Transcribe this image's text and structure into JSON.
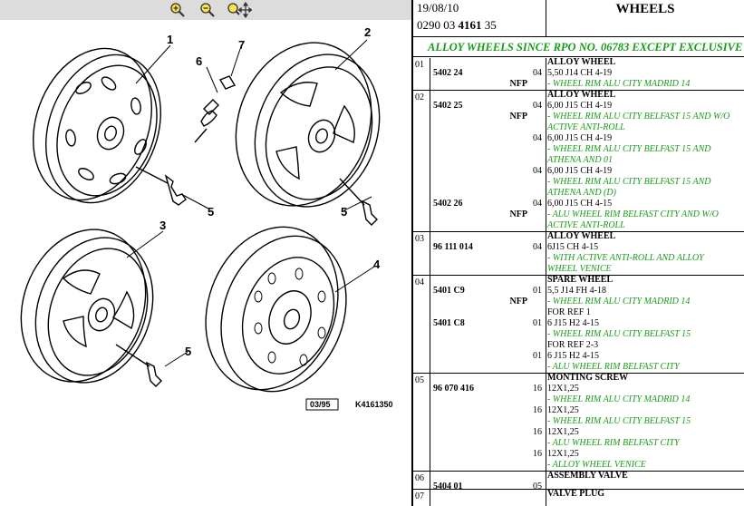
{
  "toolbar": {
    "zoom_in_icon": "zoom-in-icon",
    "zoom_out_icon": "zoom-out-icon",
    "pan_icon": "pan-icon"
  },
  "drawing": {
    "callouts": [
      "1",
      "2",
      "3",
      "4",
      "5",
      "5",
      "5",
      "6",
      "7"
    ],
    "stamp": "03/95",
    "ref": "K4161350"
  },
  "header": {
    "date": "19/08/10",
    "ref_prefix": "0290 03 ",
    "ref_bold": "4161",
    "ref_suffix": " 35",
    "title": "WHEELS"
  },
  "banner": "ALLOY WHEELS SINCE RPO NO. 06783 EXCEPT EXCLUSIVE",
  "rows": [
    {
      "num": "01",
      "title": "ALLOY WHEEL",
      "lines": [
        {
          "part": "5402 24",
          "qty": "04",
          "desc": "5,50 J14 CH 4-19"
        },
        {
          "nfp": "NFP",
          "green": "- WHEEL RIM ALU CITY MADRID 14"
        }
      ]
    },
    {
      "num": "02",
      "title": "ALLOY WHEEL",
      "lines": [
        {
          "part": "5402 25",
          "qty": "04",
          "desc": "6,00 J15 CH 4-19"
        },
        {
          "nfp": "NFP",
          "green": "- WHEEL RIM ALU CITY BELFAST 15 AND W/O"
        },
        {
          "green": "ACTIVE ANTI-ROLL"
        },
        {
          "qty": "04",
          "desc": "6,00 J15 CH 4-19"
        },
        {
          "green": "- WHEEL RIM ALU CITY BELFAST 15 AND"
        },
        {
          "green": "ATHENA AND 01"
        },
        {
          "qty": "04",
          "desc": "6,00 J15 CH 4-19"
        },
        {
          "green": "- WHEEL RIM ALU CITY BELFAST 15 AND"
        },
        {
          "green": "ATHENA AND (D)"
        },
        {
          "part": "5402 26",
          "qty": "04",
          "desc": "6,00 J15 CH 4-15"
        },
        {
          "nfp": "NFP",
          "green": "- ALU WHEEL RIM BELFAST CITY AND W/O"
        },
        {
          "green": "ACTIVE ANTI-ROLL"
        }
      ]
    },
    {
      "num": "03",
      "title": "ALLOY WHEEL",
      "lines": [
        {
          "part": "96 111 014",
          "qty": "04",
          "desc": "6J15 CH 4-15"
        },
        {
          "green": "- WITH ACTIVE ANTI-ROLL AND ALLOY"
        },
        {
          "green": "WHEEL VENICE"
        }
      ]
    },
    {
      "num": "04",
      "title": "SPARE WHEEL",
      "lines": [
        {
          "part": "5401 C9",
          "qty": "01",
          "desc": "5,5 J14 FH 4-18"
        },
        {
          "nfp": "NFP",
          "green": "- WHEEL RIM ALU CITY MADRID 14"
        },
        {
          "desc": "FOR REF 1"
        },
        {
          "part": "5401 C8",
          "qty": "01",
          "desc": "6 J15 H2 4-15"
        },
        {
          "green": "- WHEEL RIM ALU CITY BELFAST 15"
        },
        {
          "desc": "FOR REF 2-3"
        },
        {
          "qty": "01",
          "desc": "6 J15 H2 4-15"
        },
        {
          "green": "- ALU WHEEL RIM BELFAST CITY"
        }
      ]
    },
    {
      "num": "05",
      "title": "MONTING SCREW",
      "lines": [
        {
          "part": "96 070 416",
          "qty": "16",
          "desc": "12X1,25"
        },
        {
          "green": "- WHEEL RIM ALU CITY MADRID 14"
        },
        {
          "qty": "16",
          "desc": "12X1,25"
        },
        {
          "green": "- WHEEL RIM ALU CITY BELFAST 15"
        },
        {
          "qty": "16",
          "desc": "12X1,25"
        },
        {
          "green": "- ALU WHEEL RIM BELFAST CITY"
        },
        {
          "qty": "16",
          "desc": "12X1,25"
        },
        {
          "green": "- ALLOY WHEEL VENICE"
        }
      ]
    },
    {
      "num": "06",
      "title": "ASSEMBLY VALVE",
      "lines": [
        {
          "part": "5404 01",
          "qty": "05"
        }
      ]
    },
    {
      "num": "07",
      "title": "VALVE PLUG",
      "lines": []
    }
  ]
}
